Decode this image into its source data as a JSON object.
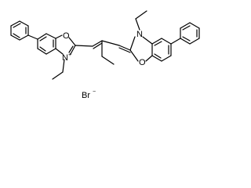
{
  "molecule": {
    "atoms": {
      "o_left": "O",
      "n_left": "N",
      "n_left_charge": "+",
      "n_right": "N",
      "o_right": "O",
      "counterion": "Br",
      "counterion_charge": "−"
    }
  }
}
